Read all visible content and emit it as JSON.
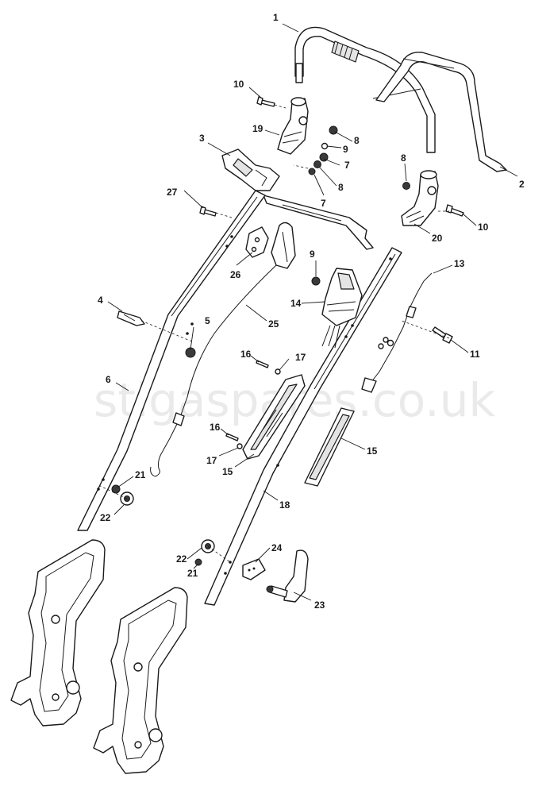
{
  "watermark": "stigaspares.co.uk",
  "callouts": [
    "1",
    "2",
    "3",
    "4",
    "5",
    "6",
    "7",
    "7",
    "8",
    "8",
    "8",
    "9",
    "9",
    "10",
    "10",
    "11",
    "13",
    "14",
    "15",
    "15",
    "16",
    "16",
    "17",
    "17",
    "18",
    "19",
    "20",
    "21",
    "21",
    "22",
    "22",
    "23",
    "24",
    "25",
    "26",
    "27"
  ]
}
